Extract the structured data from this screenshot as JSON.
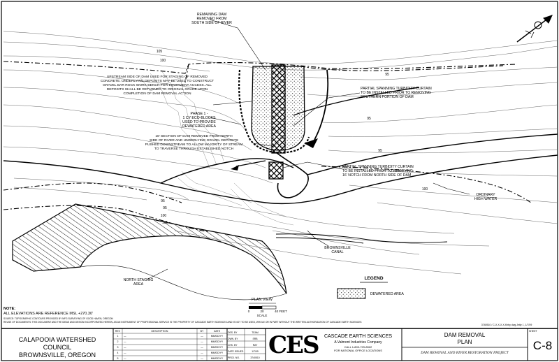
{
  "plan_labels": {
    "remaining_dam": "REMAINING DAM\nREMOVED FROM\nSOUTH SIDE OF RIVER",
    "upstream_note": "UPSTREAM SIDE OF DAM USED FOR STAGING OF REMOVED\nCONCRETE. UNDERLYING DEPOSITS MAY BE USED TO CONSTRUCT\nGRAVEL BAR ROCK WORK BENCH FOR EQUIPMENT ACCESS. ALL\nDEPOSITS SHALL BE RETURNED TO ORIGINAL GRADE UPON\nCOMPLETION OF DAM REMOVAL ACTION",
    "phase1": "PHASE 1 -\n1 CY ECO-BLOCKS\nUSED TO PROVIDE\nDEWATERED AREA",
    "section_note": "16' SECTION OF DAM REMOVED FROM NORTH\nSIDE OF RIVER AND UNDERLYING GRAVEL DEPOSITS\nPUSHED DOWNSTREAM TO ALLOW MAJORITY OF STREAM\nTO TRAVERSE THROUGH ESTABLISHED NOTCH",
    "turbidity_south": "PARTIAL SPANNING TURBIDITY CURTAIN\nTO BE INSTALLED PRIOR TO REMOVING\nSOUTHERN PORTION OF DAM",
    "turbidity_north": "PARTIAL SPANNING TURBIDITY CURTAIN\nTO BE INSTALLED PRIOR TO REMOVING\n16' NOTCH FROM NORTH SIDE OF DAM",
    "ordinary_high_water": "ORDINARY\nHIGH WATER",
    "brownsville_canal": "BROWNSVILLE\nCANAL",
    "north_staging": "NORTH STAGING\nAREA"
  },
  "contour_labels": [
    "105",
    "100",
    "95",
    "95",
    "95",
    "100",
    "95",
    "95",
    "100",
    "105"
  ],
  "legend": {
    "title": "LEGEND",
    "item": "DEWATERED AREA"
  },
  "scale": {
    "title": "PLAN VIEW",
    "t0": "0",
    "t1": "20",
    "t2": "40 FEET",
    "unit": "SCALE"
  },
  "notes": {
    "heading": "NOTE:",
    "elevations": "ALL ELEVATIONS ARE REFERENCE MSL +270.30'",
    "source": "SOURCE: TOPOGRAPHIC CONTOURS PROVIDED BY MFG SURVEYING OF GOOD HAVEN, OREGON",
    "reuse": "REUSE OF DOCUMENTS: THIS DOCUMENT AND THE IDEAS AND DESIGN INCORPORATED HEREIN, AS AN INSTRUMENT OF PROFESSIONAL SERVICE IS THE PROPERTY OF CASCADE EARTH SCIENCES AND IS NOT TO BE USED, WHOLE OR IN PART WITHOUT THE WRITTEN AUTHORIZATION OF CASCADE EARTH SCIENCES",
    "file_ref": "3740510 / C-X-X-X-X-Kirby dwg  Jetty 1, 1/7/09"
  },
  "title_block": {
    "client_line1": "CALAPOOIA WATERSHED COUNCIL",
    "client_line2": "BROWNSVILLE, OREGON",
    "rev_headers": [
      "REV",
      "DESCRIPTION",
      "BY",
      "DATE"
    ],
    "revisions": [
      {
        "rev": "1",
        "desc": "—",
        "by": "—",
        "date": "MM/DD/YY"
      },
      {
        "rev": "2",
        "desc": "—",
        "by": "—",
        "date": "MM/DD/YY"
      },
      {
        "rev": "3",
        "desc": "—",
        "by": "—",
        "date": "MM/DD/YY"
      },
      {
        "rev": "4",
        "desc": "—",
        "by": "—",
        "date": "MM/DD/YY"
      },
      {
        "rev": "5",
        "desc": "—",
        "by": "—",
        "date": "MM/DD/YY"
      }
    ],
    "info_rows": [
      {
        "k": "DES. BY",
        "v": "TEAM"
      },
      {
        "k": "DWN. BY",
        "v": "SRB"
      },
      {
        "k": "CHK. BY",
        "v": "RAT"
      },
      {
        "k": "DATE ISSUED",
        "v": "1/7/09"
      },
      {
        "k": "PROJ. NO.",
        "v": "3740510"
      }
    ],
    "logo": "CES",
    "company": "CASCADE EARTH SCIENCES",
    "company_sub": "A Valmont Industries Company",
    "phone": "CALL 1-800-729-8322",
    "offices": "FOR NATIONAL OFFICE LOCATIONS",
    "drawing_title1": "DAM REMOVAL",
    "drawing_title2": "PLAN",
    "project": "DAM REMOVAL AND RIVER RESTORATION PROJECT",
    "sheet_label": "SHEET",
    "sheet": "C-8"
  }
}
